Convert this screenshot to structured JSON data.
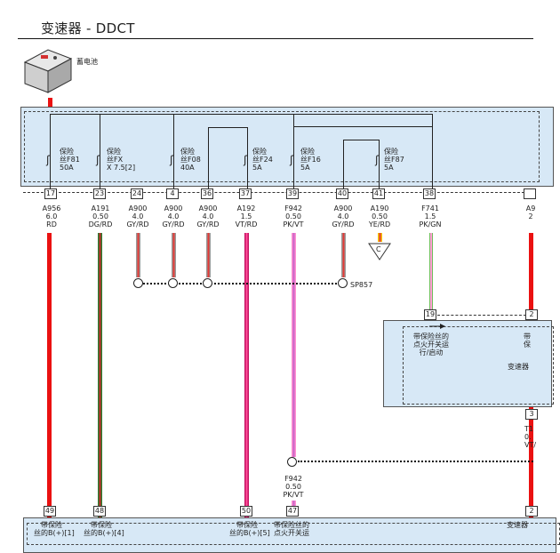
{
  "title": "变速器 - DDCT",
  "battery_label": "蓄电池",
  "fuses": [
    {
      "name": "保险",
      "line2": "丝F81",
      "rating": "50A"
    },
    {
      "name": "保险",
      "line2": "丝FX",
      "rating": "X 7.5[2]"
    },
    {
      "name": "保险",
      "line2": "丝F08",
      "rating": "40A"
    },
    {
      "name": "保险",
      "line2": "丝F24",
      "rating": "5A"
    },
    {
      "name": "保险",
      "line2": "丝F16",
      "rating": "5A"
    },
    {
      "name": "保险",
      "line2": "丝F87",
      "rating": "5A"
    }
  ],
  "pins": [
    {
      "pin": "17",
      "code": "A956",
      "gauge": "6.0",
      "color": "RD"
    },
    {
      "pin": "23",
      "code": "A191",
      "gauge": "0.50",
      "color": "DG/RD"
    },
    {
      "pin": "24",
      "code": "A900",
      "gauge": "4.0",
      "color": "GY/RD"
    },
    {
      "pin": "4",
      "code": "A900",
      "gauge": "4.0",
      "color": "GY/RD"
    },
    {
      "pin": "36",
      "code": "A900",
      "gauge": "4.0",
      "color": "GY/RD"
    },
    {
      "pin": "37",
      "code": "A192",
      "gauge": "1.5",
      "color": "VT/RD"
    },
    {
      "pin": "39",
      "code": "F942",
      "gauge": "0.50",
      "color": "PK/VT"
    },
    {
      "pin": "40",
      "code": "A900",
      "gauge": "4.0",
      "color": "GY/RD"
    },
    {
      "pin": "41",
      "code": "A190",
      "gauge": "0.50",
      "color": "YE/RD"
    },
    {
      "pin": "38",
      "code": "F741",
      "gauge": "1.5",
      "color": "PK/GN"
    },
    {
      "pin": "",
      "code": "A9",
      "gauge": "2",
      "color": ""
    }
  ],
  "splice_label": "SP857",
  "connector_label": "C",
  "module": {
    "pin_top": "19",
    "pin_top_right": "2",
    "label": "带保险丝的",
    "label2": "点火开关运",
    "label3": "行/启动",
    "right_label": "带",
    "right_label2": "变速器",
    "right_label3": "保"
  },
  "t1_column": {
    "pin": "3",
    "code": "T1",
    "gauge": "0.",
    "color": "VT/"
  },
  "lower_f942": {
    "code": "F942",
    "gauge": "0.50",
    "color": "PK/VT"
  },
  "bottom_pins": [
    {
      "pin": "49",
      "label": "带保险",
      "label2": "丝的B(+)[1]"
    },
    {
      "pin": "48",
      "label": "带保险",
      "label2": "丝的B(+)[4]"
    },
    {
      "pin": "50",
      "label": "带保险",
      "label2": "丝的B(+)[5]"
    },
    {
      "pin": "47",
      "label": "带保险丝的",
      "label2": "点火开关运"
    },
    {
      "pin": "2",
      "label": "变速器",
      "label2": ""
    }
  ]
}
